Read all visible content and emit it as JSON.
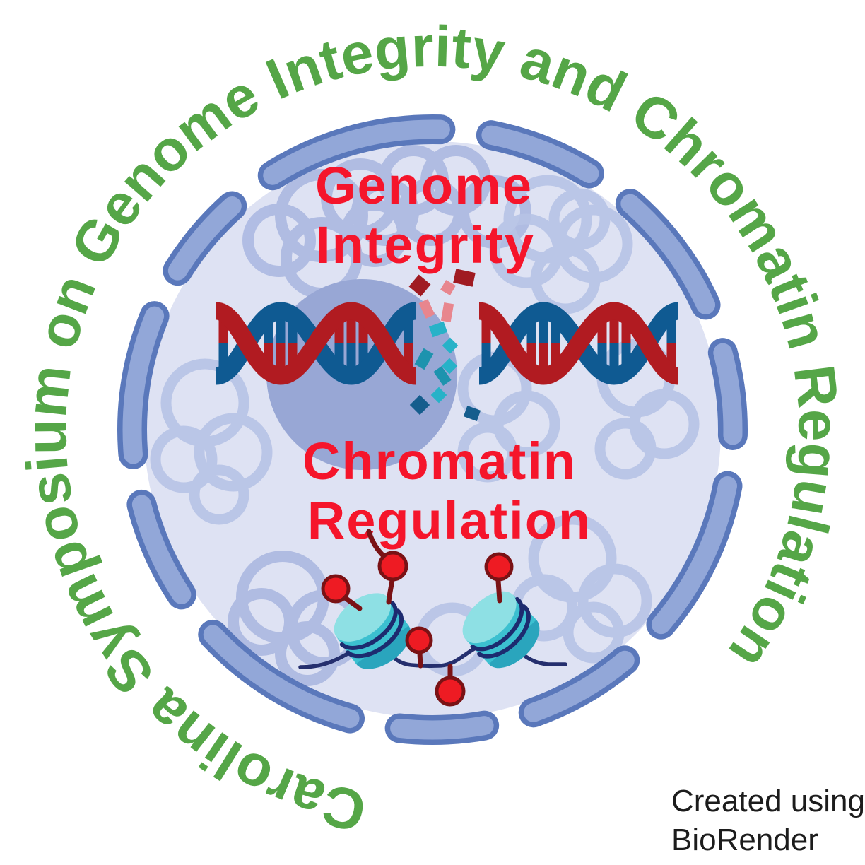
{
  "ring_text": "Carolina Symposium on Genome Integrity and Chromatin Regulation",
  "nucleus_labels": {
    "top": {
      "line1": "Genome",
      "line2": "Integrity"
    },
    "bottom": {
      "line1": "Chromatin",
      "line2": "Regulation"
    }
  },
  "credit": {
    "line1": "Created using",
    "line2": "BioRender"
  },
  "palette": {
    "green": "#55a647",
    "label_red": "#f5152b",
    "dna_red": "#b11b21",
    "dna_blue": "#0f5a92",
    "nucleus_fill": "#dee2f3",
    "envelope_fill": "#92a7d8",
    "envelope_stroke": "#5a78bb",
    "nucleolus": "#98a7d5",
    "chromatin": "#b7c3e6",
    "chromatin_dark": "#a9b6e0",
    "frag_dark_red": "#a01b22",
    "frag_pink": "#e8868e",
    "frag_teal": "#27b2c8",
    "frag_teal_dark": "#1d93ae",
    "frag_navy": "#155d8d",
    "nucleosome_light": "#8ee0e4",
    "nucleosome_mid": "#3cc0d0",
    "nucleosome_dark": "#2aa5bd",
    "wrap_navy": "#1d2b6f",
    "string_navy": "#252f6e",
    "ball_red": "#ee1b23",
    "ball_stroke": "#7a1215",
    "credit_text": "#1c1c1c"
  }
}
